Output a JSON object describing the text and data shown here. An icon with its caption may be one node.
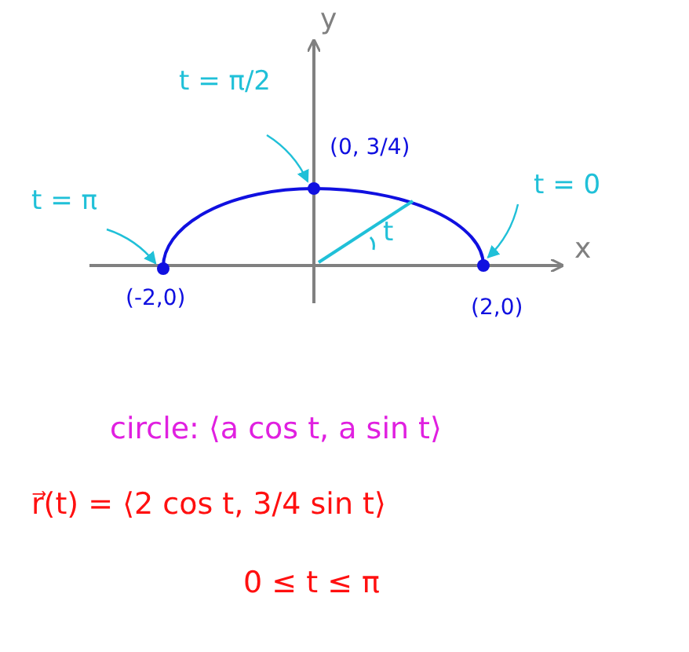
{
  "diagram": {
    "nodes": [
      {
        "text": [
          "t = π"
        ]
      },
      {
        "text": [
          "t = π/2"
        ]
      },
      {
        "text": [
          "t = 0"
        ]
      },
      {
        "text": [],
        "shape": "circle",
        "beside": [
          "(-2,0)"
        ]
      },
      {
        "text": [],
        "shape": "circle",
        "beside": [
          "(0, 3/4)"
        ]
      },
      {
        "text": [],
        "shape": "circle",
        "beside": [
          "(2,0)"
        ]
      }
    ],
    "edges": [
      {
        "from": 0,
        "to": 3,
        "arrow": "to"
      },
      {
        "from": 1,
        "to": 4,
        "arrow": "to"
      },
      {
        "from": 2,
        "to": 5,
        "arrow": "to"
      }
    ],
    "labels": [
      "y",
      "x",
      "t",
      "circle: ⟨a cos t, a sin t⟩",
      "r⃗(t) = ⟨2 cos t, 3/4 sin t⟩",
      "0 ≤ t ≤ π"
    ]
  }
}
